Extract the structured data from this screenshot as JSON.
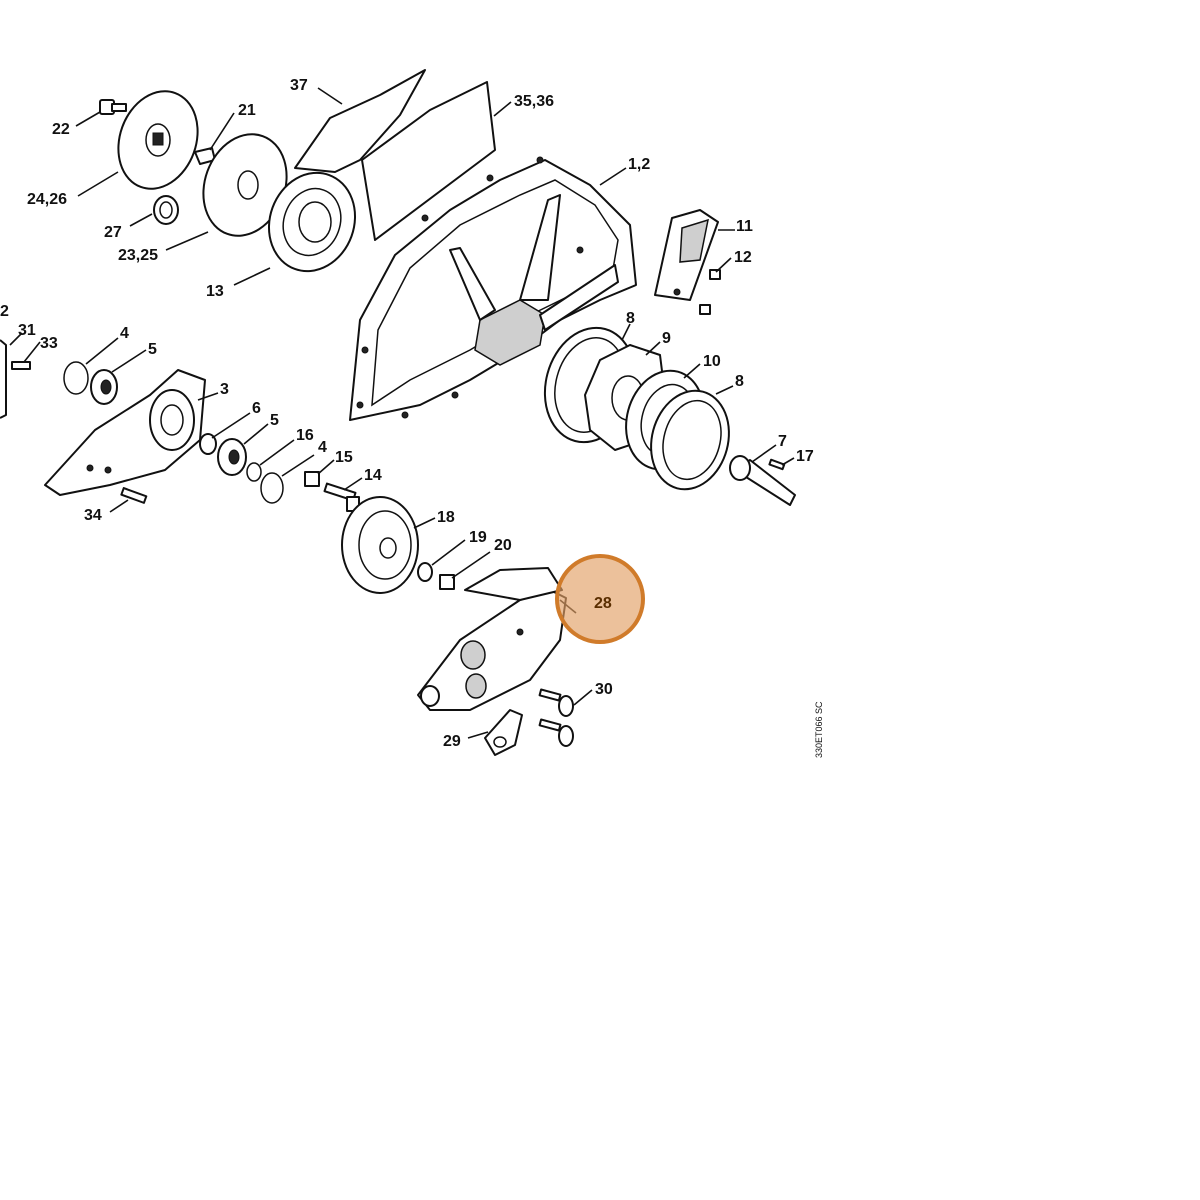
{
  "diagram": {
    "drawing_code": "330ET066 SC",
    "highlight_color": "#e2a066",
    "highlight_border": "#d07b2a",
    "highlighted_part": "28",
    "labels": [
      "37",
      "35,36",
      "22",
      "21",
      "1,2",
      "24,26",
      "27",
      "23,25",
      "11",
      "12",
      "13",
      "2",
      "31",
      "33",
      "4",
      "5",
      "3",
      "8",
      "9",
      "10",
      "8",
      "6",
      "5",
      "16",
      "4",
      "15",
      "14",
      "7",
      "17",
      "34",
      "18",
      "19",
      "20",
      "28",
      "30",
      "29"
    ]
  }
}
